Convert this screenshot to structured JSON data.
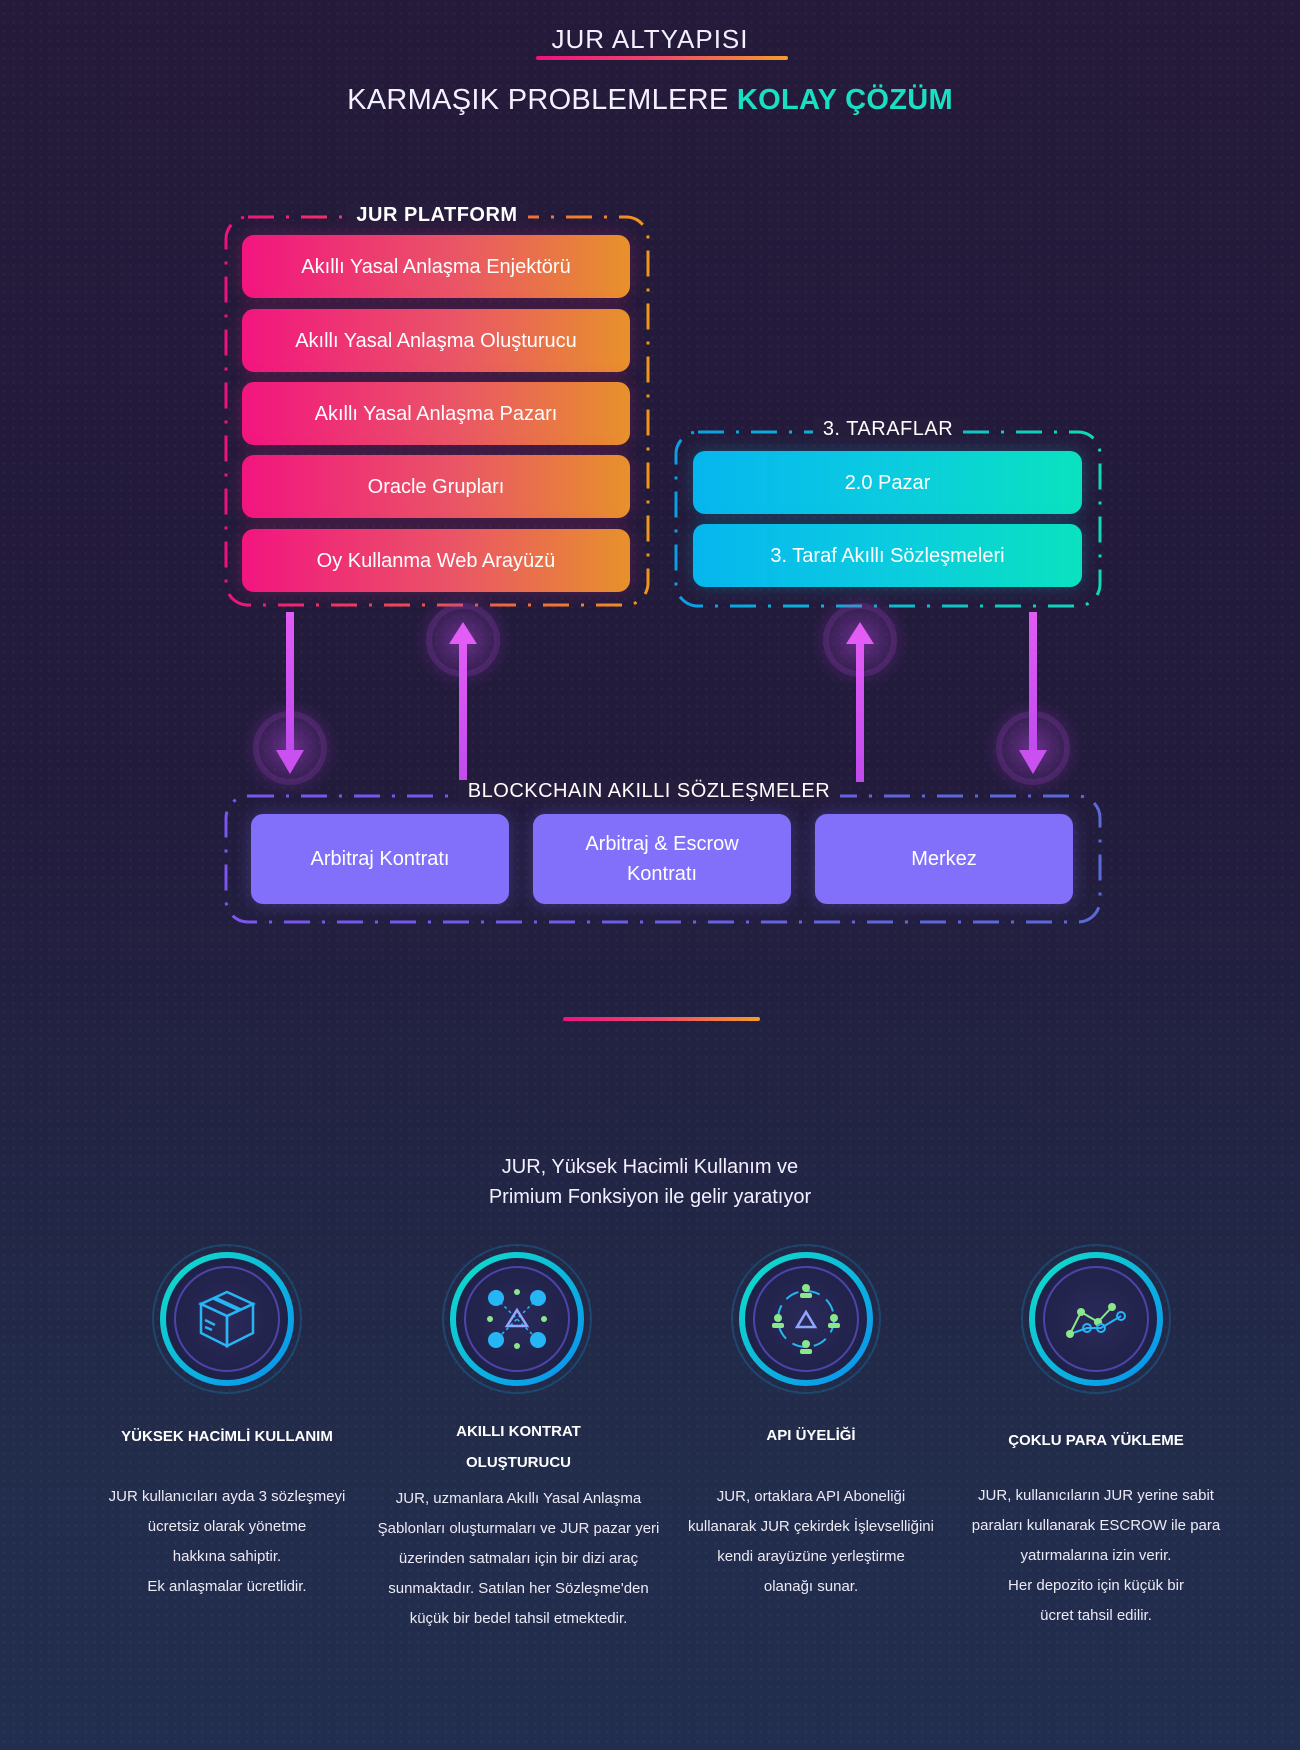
{
  "header": {
    "title": "JUR ALTYAPISI",
    "headline_main": "KARMAŞIK PROBLEMLERE ",
    "headline_accent": "KOLAY ÇÖZÜM"
  },
  "diagram": {
    "platform": {
      "label": "JUR PLATFORM",
      "items": [
        "Akıllı Yasal Anlaşma Enjektörü",
        "Akıllı Yasal Anlaşma Oluşturucu",
        "Akıllı Yasal Anlaşma Pazarı",
        "Oracle Grupları",
        "Oy Kullanma Web Arayüzü"
      ]
    },
    "third_parties": {
      "label": "3. TARAFLAR",
      "items": [
        "2.0 Pazar",
        "3. Taraf Akıllı Sözleşmeleri"
      ]
    },
    "blockchain": {
      "label": "BLOCKCHAIN AKILLI SÖZLEŞMELER",
      "items": [
        "Arbitraj Kontratı",
        "Arbitraj & Escrow Kontratı",
        "Merkez"
      ]
    }
  },
  "revenue": {
    "headline_line1": "JUR, Yüksek Hacimli Kullanım ve",
    "headline_line2": "Primium Fonksiyon ile gelir yaratıyor",
    "features": [
      {
        "icon": "box-icon",
        "title": "YÜKSEK HACİMLİ KULLANIM",
        "description": "JUR kullanıcıları ayda 3 sözleşmeyi\nücretsiz olarak yönetme\nhakkına sahiptir.\nEk anlaşmalar ücretlidir."
      },
      {
        "icon": "network-icon",
        "title": "AKILLI KONTRAT\nOLUŞTURUCU",
        "description": "JUR, uzmanlara Akıllı Yasal Anlaşma\nŞablonları oluşturmaları ve JUR pazar yeri\nüzerinden satmaları için bir dizi araç\nsunmaktadır. Satılan her Sözleşme'den\nküçük bir bedel tahsil etmektedir."
      },
      {
        "icon": "users-icon",
        "title": "API ÜYELİĞİ",
        "description": "JUR, ortaklara API Aboneliği\nkullanarak JUR çekirdek İşlevselliğini\nkendi arayüzüne yerleştirme\nolanağı sunar."
      },
      {
        "icon": "chart-line-icon",
        "title": "ÇOKLU PARA YÜKLEME",
        "description": "JUR, kullanıcıların JUR yerine sabit\nparaları kullanarak ESCROW ile para\nyatırmalarına izin verir.\nHer depozito için küçük bir\nücret tahsil edilir."
      }
    ]
  },
  "colors": {
    "accent_teal": "#19e0c2",
    "pink": "#f2157f",
    "orange": "#e8912b",
    "cyan": "#06b6ef",
    "purple": "#8270fb",
    "arrow": "#d14cf0"
  }
}
